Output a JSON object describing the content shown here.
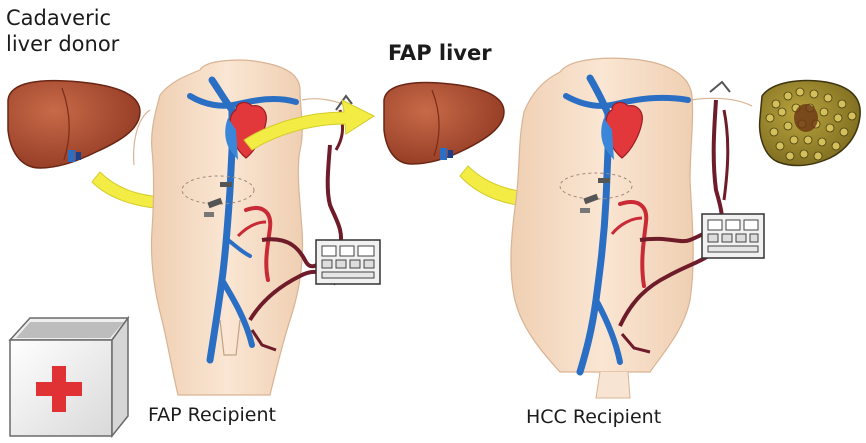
{
  "labels": {
    "donor_line1": "Cadaveric",
    "donor_line2": "liver donor",
    "fap_liver": "FAP liver",
    "fap_recipient": "FAP Recipient",
    "hcc_recipient": "HCC Recipient"
  },
  "colors": {
    "liver": "#a8492e",
    "liver_shadow": "#7d2f1c",
    "cirrhotic_liver": "#9c8a2a",
    "skin": "#f6dcc4",
    "skin_shade": "#edc4a3",
    "vein": "#2a6fc4",
    "heart": "#e2383c",
    "artery": "#c92a35",
    "tube": "#6e1b2a",
    "arrow": "#f2ec45",
    "cooler_cross": "#e03234"
  },
  "icons": {
    "cooler": "organ-cooler-box",
    "pump": "bypass-pump-console"
  }
}
